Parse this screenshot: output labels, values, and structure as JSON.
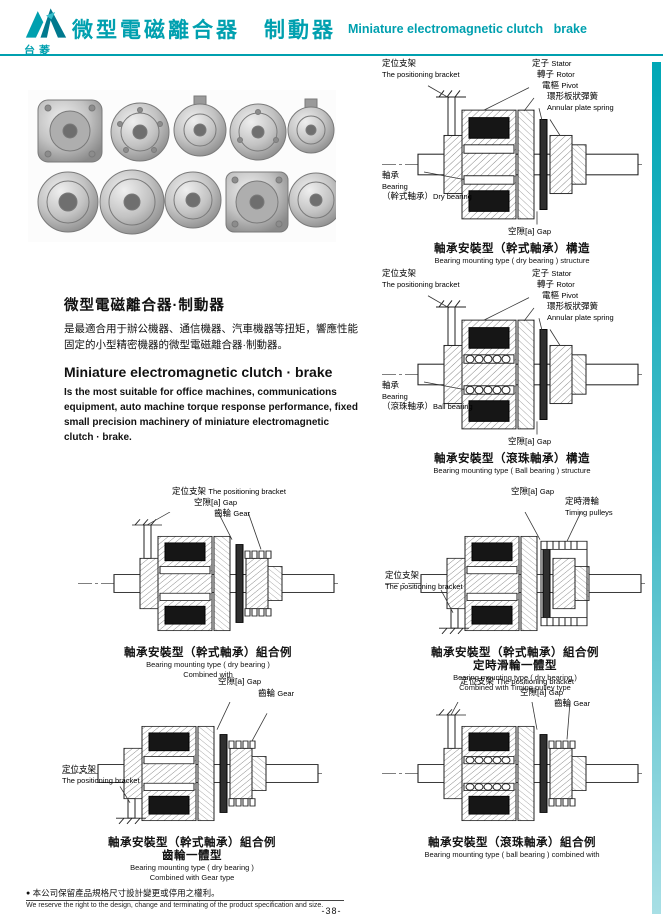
{
  "colors": {
    "accent": "#00a0af"
  },
  "page": {
    "brand": "台菱",
    "title_zh": "微型電磁離合器　制動器",
    "title_en": "Miniature electromagnetic clutch   brake",
    "footer_bullet": "●",
    "footer_zh": "本公司保留產品規格尺寸設計變更或停用之權利。",
    "footer_en": "We reserve the right to the design, change and terminating of the product specification and size.",
    "page_number": "-38-"
  },
  "intro": {
    "heading_zh": "微型電磁離合器·制動器",
    "body_zh": "是最適合用于辦公機器、通信機器、汽車機器等扭矩，響應性能固定的小型精密機器的微型電磁離合器·制動器。",
    "heading_en": "Miniature electromagnetic clutch · brake",
    "body_en": "Is the most suitable for office machines, communications equipment, auto machine torque response performance, fixed small precision machinery of miniature electromagnetic clutch · brake."
  },
  "labels": {
    "positioning_bracket_zh": "定位支架",
    "positioning_bracket_en": "The positioning bracket",
    "stator_zh": "定子",
    "stator_en": "Stator",
    "rotor_zh": "轉子",
    "rotor_en": "Rotor",
    "armature_zh": "電樞",
    "armature_en": "Pivot",
    "spring_zh": "環形板狀彈簧",
    "spring_en": "Annular plate spring",
    "bearing_zh": "軸承",
    "bearing_en": "Bearing",
    "dry_bearing_zh": "（幹式軸承）",
    "dry_bearing_en": "Dry bearing",
    "ball_bearing_zh": "（滾珠軸承）",
    "ball_bearing_en": "Ball bearing",
    "gap_zh": "空隙[a]",
    "gap_en": "Gap",
    "gear_zh": "齒輪",
    "gear_en": "Gear",
    "timing_pulley_zh": "定時滑輪",
    "timing_pulley_en": "Timing pulleys"
  },
  "diagrams": {
    "d1": {
      "caption_zh": "軸承安裝型（幹式軸承）構造",
      "caption_en": "Bearing mounting type ( dry bearing ) structure"
    },
    "d2": {
      "caption_zh": "軸承安裝型（滾珠軸承）構造",
      "caption_en": "Bearing mounting type ( Ball bearing ) structure"
    },
    "d3": {
      "caption_zh": "軸承安裝型（幹式軸承）組合例",
      "caption_en": "Bearing mounting type ( dry bearing )",
      "caption_en2": "Combined with"
    },
    "d4": {
      "caption_zh": "軸承安裝型（幹式軸承）組合例",
      "caption_zh2": "定時滑輪一體型",
      "caption_en": "Bearing mounting type ( dry bearing )",
      "caption_en2": "Combined with Timing pulley type"
    },
    "d5": {
      "caption_zh": "軸承安裝型（幹式軸承）組合例",
      "caption_zh2": "齒輪一體型",
      "caption_en": "Bearing mounting type ( dry bearing )",
      "caption_en2": "Combined with Gear type"
    },
    "d6": {
      "caption_zh": "軸承安裝型（滾珠軸承）組合例",
      "caption_en": "Bearing mounting type ( ball bearing ) combined with"
    }
  }
}
